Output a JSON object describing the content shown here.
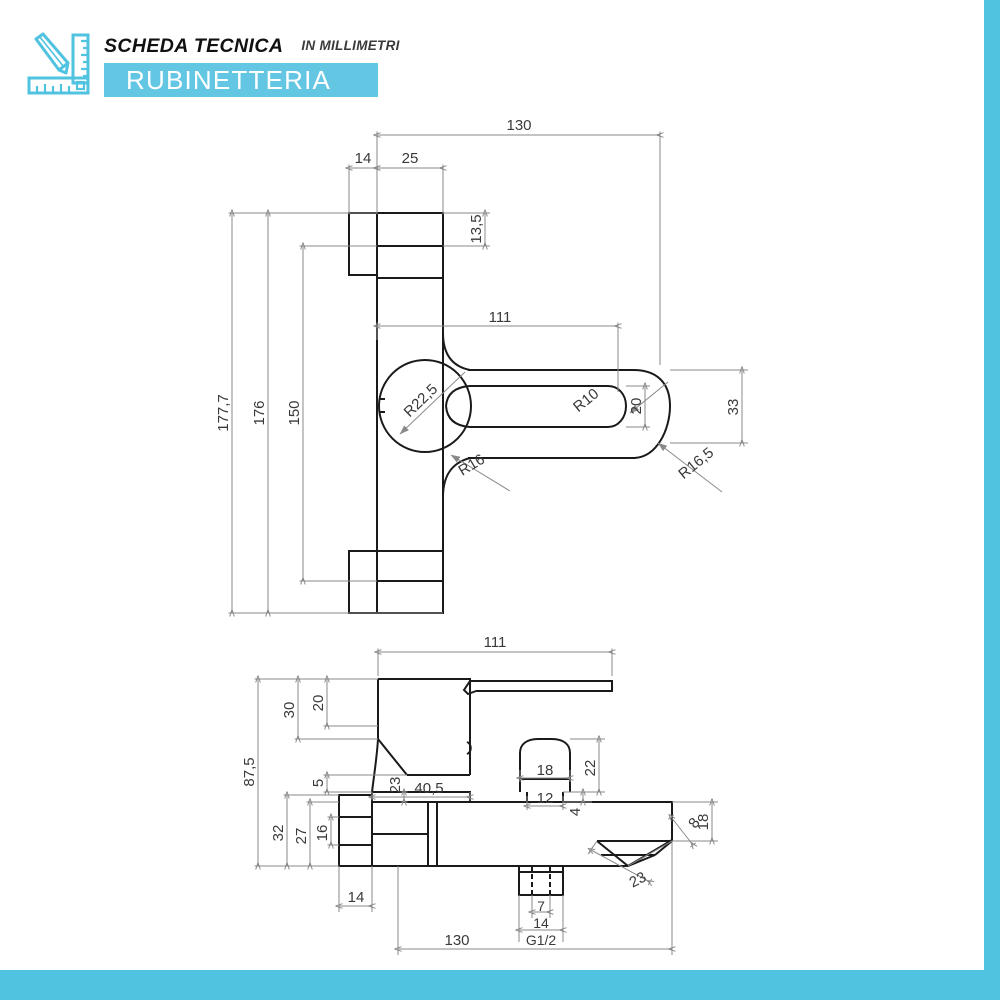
{
  "page": {
    "background": "#ffffff",
    "accent_color": "#4FC3E0",
    "banner_color": "#63C6E2"
  },
  "header": {
    "icon_name": "pencil-ruler-icon",
    "title": "SCHEDA TECNICA",
    "subtitle": "IN MILLIMETRI",
    "banner_label": "RUBINETTERIA"
  },
  "drawings": {
    "front_view": {
      "name": "front-elevation-view",
      "dimensions": {
        "overall_width": "130",
        "body_width": "14",
        "spout_offset": "25",
        "top_block_height": "13,5",
        "total_height": "177,7",
        "height_176": "176",
        "height_150": "150",
        "lever_length": "111",
        "lever_width": "20",
        "right_height": "33",
        "radius_hub": "R22,5",
        "radius_lever_tip": "R10",
        "radius_fillet": "R16",
        "radius_outer": "R16,5"
      }
    },
    "side_view": {
      "name": "side-elevation-view",
      "dimensions": {
        "lever_length": "111",
        "overall_height": "87,5",
        "body_top": "30",
        "lever_height": "20",
        "gap_5": "5",
        "neck_height": "23",
        "body_depth": "40,5",
        "knob_width": "18",
        "knob_height": "22",
        "knob_base_width": "12",
        "knob_base_height": "4",
        "back_height_32": "32",
        "back_height_27": "27",
        "back_height_16": "16",
        "wall_plate": "14",
        "overall_length": "130",
        "spout_tip_width": "18",
        "spout_tip_depth": "8",
        "spout_length": "23",
        "thread_inner": "7",
        "thread_outer": "14",
        "thread_spec": "G1/2"
      }
    }
  },
  "style": {
    "line_color": "#1a1a1a",
    "dim_color": "#8a8a8a",
    "text_color": "#3a3a3a"
  }
}
